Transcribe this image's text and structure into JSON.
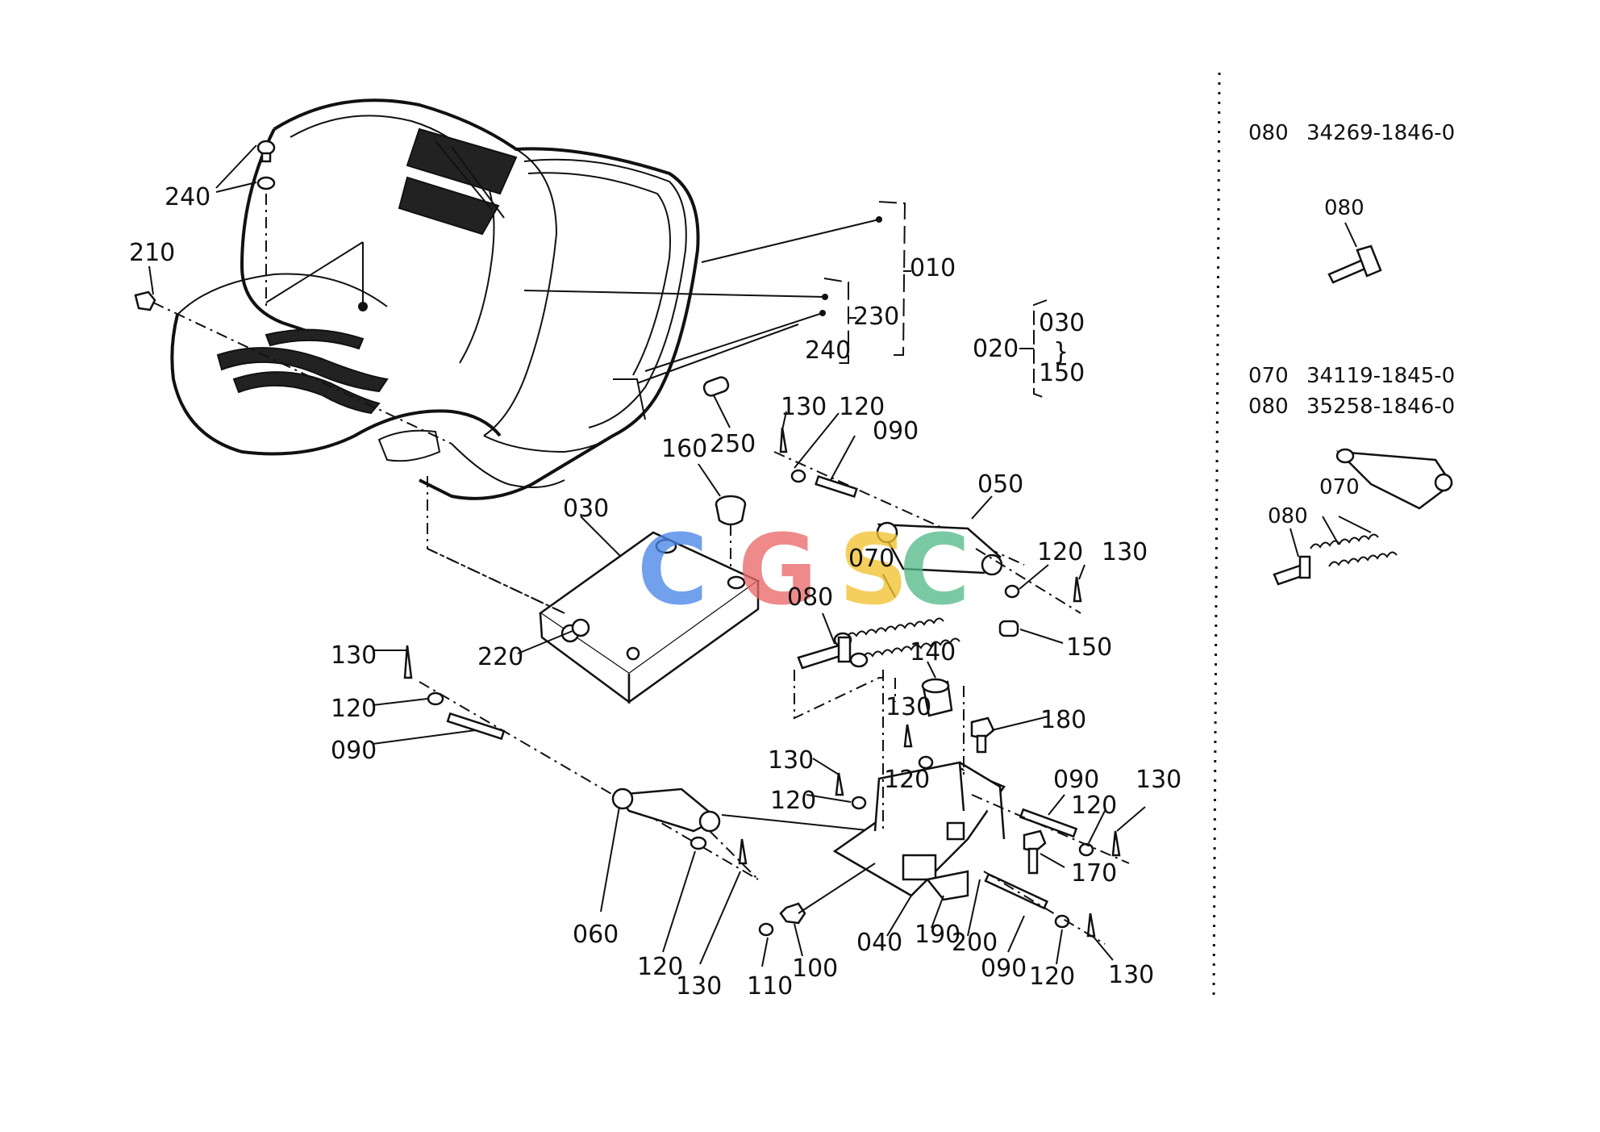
{
  "callouts": [
    {
      "id": "c240a",
      "text": "240"
    },
    {
      "id": "c210",
      "text": "210"
    },
    {
      "id": "c010",
      "text": "010"
    },
    {
      "id": "c230",
      "text": "230"
    },
    {
      "id": "c240b",
      "text": "240"
    },
    {
      "id": "c020",
      "text": "020"
    },
    {
      "id": "c030a",
      "text": "030"
    },
    {
      "id": "c150a",
      "text": "150"
    },
    {
      "id": "c250",
      "text": "250"
    },
    {
      "id": "c130a",
      "text": "130"
    },
    {
      "id": "c120a",
      "text": "120"
    },
    {
      "id": "c090a",
      "text": "090"
    },
    {
      "id": "c160",
      "text": "160"
    },
    {
      "id": "c030b",
      "text": "030"
    },
    {
      "id": "c050",
      "text": "050"
    },
    {
      "id": "c070",
      "text": "070"
    },
    {
      "id": "c120b",
      "text": "120"
    },
    {
      "id": "c130b",
      "text": "130"
    },
    {
      "id": "c080",
      "text": "080"
    },
    {
      "id": "c150b",
      "text": "150"
    },
    {
      "id": "c220",
      "text": "220"
    },
    {
      "id": "c130c",
      "text": "130"
    },
    {
      "id": "c120c",
      "text": "120"
    },
    {
      "id": "c090b",
      "text": "090"
    },
    {
      "id": "c140",
      "text": "140"
    },
    {
      "id": "c130d",
      "text": "130"
    },
    {
      "id": "c180",
      "text": "180"
    },
    {
      "id": "c130e",
      "text": "130"
    },
    {
      "id": "c120d",
      "text": "120"
    },
    {
      "id": "c120e",
      "text": "120"
    },
    {
      "id": "c090c",
      "text": "090"
    },
    {
      "id": "c120f",
      "text": "120"
    },
    {
      "id": "c130f",
      "text": "130"
    },
    {
      "id": "c170",
      "text": "170"
    },
    {
      "id": "c060",
      "text": "060"
    },
    {
      "id": "c120g",
      "text": "120"
    },
    {
      "id": "c130g",
      "text": "130"
    },
    {
      "id": "c110",
      "text": "110"
    },
    {
      "id": "c100",
      "text": "100"
    },
    {
      "id": "c040",
      "text": "040"
    },
    {
      "id": "c190",
      "text": "190"
    },
    {
      "id": "c200",
      "text": "200"
    },
    {
      "id": "c090d",
      "text": "090"
    },
    {
      "id": "c120h",
      "text": "120"
    },
    {
      "id": "c130h",
      "text": "130"
    }
  ],
  "side_panel": {
    "ref1": {
      "item": "080",
      "part_no": "34269-1846-0"
    },
    "detail1_label": "080",
    "ref2": {
      "item": "070",
      "part_no": "34119-1845-0"
    },
    "ref3": {
      "item": "080",
      "part_no": "35258-1846-0"
    },
    "detail2_label_070": "070",
    "detail2_label_080": "080"
  },
  "group_020": {
    "top": "030",
    "tilde": "}",
    "bottom": "150"
  },
  "watermark": {
    "letters": [
      "C",
      "G",
      "S",
      "C"
    ],
    "colors": [
      "#4a86e8",
      "#ea6a6a",
      "#f1c232",
      "#57bb8a"
    ]
  }
}
